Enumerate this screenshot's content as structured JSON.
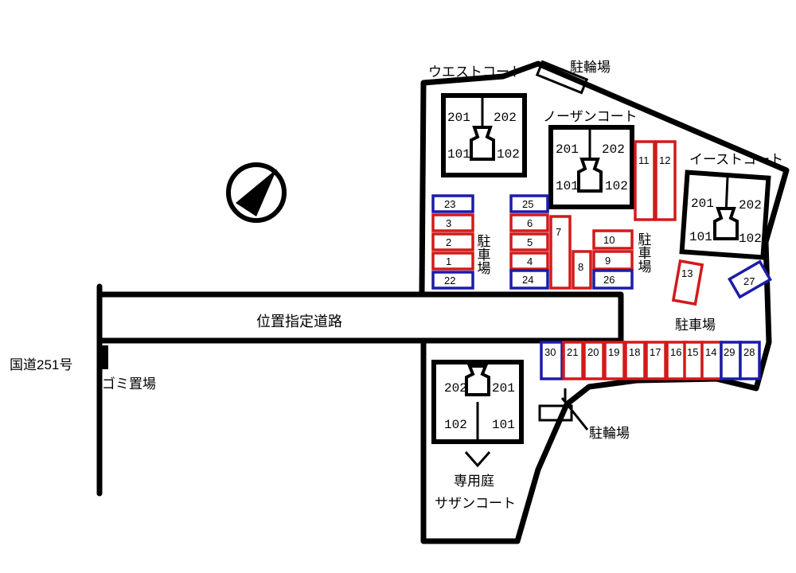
{
  "labels": {
    "west_court": "ウエストコート",
    "north_court": "ノーザンコート",
    "east_court": "イーストコート",
    "south_court": "サザンコート",
    "bicycle_top": "駐輪場",
    "bicycle_bottom": "駐輪場",
    "parking_left": "駐車場",
    "parking_mid": "駐車場",
    "parking_right": "駐車場",
    "road": "位置指定道路",
    "national_road": "国道251号",
    "garbage": "ゴミ置場",
    "private_garden": "専用庭"
  },
  "units": {
    "west": [
      "201",
      "202",
      "101",
      "102"
    ],
    "north": [
      "201",
      "202",
      "101",
      "102"
    ],
    "east": [
      "201",
      "202",
      "101",
      "102"
    ],
    "south": [
      "202",
      "201",
      "102",
      "101"
    ]
  },
  "slots": {
    "s1": "1",
    "s2": "2",
    "s3": "3",
    "s4": "4",
    "s5": "5",
    "s6": "6",
    "s7": "7",
    "s8": "8",
    "s9": "9",
    "s10": "10",
    "s11": "11",
    "s12": "12",
    "s13": "13",
    "s14": "14",
    "s15": "15",
    "s16": "16",
    "s17": "17",
    "s18": "18",
    "s19": "19",
    "s20": "20",
    "s21": "21",
    "s22": "22",
    "s23": "23",
    "s24": "24",
    "s25": "25",
    "s26": "26",
    "s27": "27",
    "s28": "28",
    "s29": "29",
    "s30": "30"
  },
  "colors": {
    "owned_slot": "#d21a1a",
    "visitor_slot": "#1c1ca8",
    "lines": "#000000"
  }
}
